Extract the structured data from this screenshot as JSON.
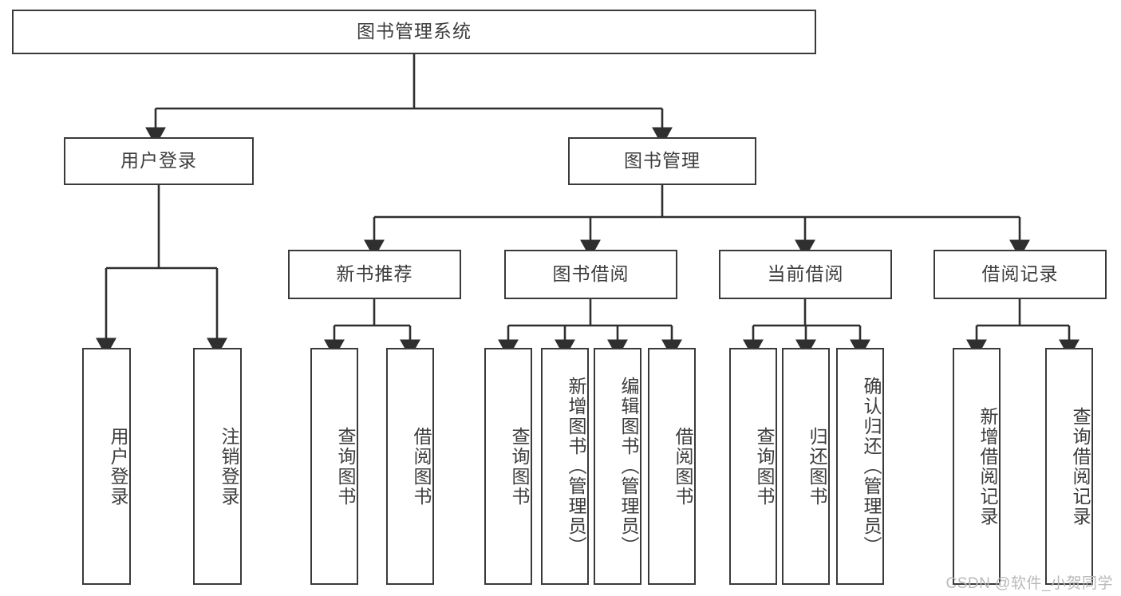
{
  "diagram": {
    "type": "tree-hierarchy",
    "title": "图书管理系统",
    "orientation": "top-down",
    "colors": {
      "box_border": "#3a3a3a",
      "box_fill": "#ffffff",
      "text": "#3d3d3d",
      "edge": "#2f2f2f",
      "watermark": "#b9b9b9",
      "background": "#ffffff"
    },
    "root": {
      "id": "root",
      "label": "图书管理系统"
    },
    "level2": [
      {
        "id": "n-user-login",
        "label": "用户登录"
      },
      {
        "id": "n-book-mgmt",
        "label": "图书管理"
      }
    ],
    "level3": [
      {
        "id": "n-new-book-rec",
        "label": "新书推荐",
        "parent": "n-book-mgmt"
      },
      {
        "id": "n-book-borrow",
        "label": "图书借阅",
        "parent": "n-book-mgmt"
      },
      {
        "id": "n-current-borrow",
        "label": "当前借阅",
        "parent": "n-book-mgmt"
      },
      {
        "id": "n-borrow-record",
        "label": "借阅记录",
        "parent": "n-book-mgmt"
      }
    ],
    "leaves": [
      {
        "id": "l-user-login",
        "label": "用户登录",
        "parent": "n-user-login"
      },
      {
        "id": "l-user-logout",
        "label": "注销登录",
        "parent": "n-user-login"
      },
      {
        "id": "l-query-book-1",
        "label": "查询图书",
        "parent": "n-new-book-rec"
      },
      {
        "id": "l-borrow-book-1",
        "label": "借阅图书",
        "parent": "n-new-book-rec"
      },
      {
        "id": "l-query-book-2",
        "label": "查询图书",
        "parent": "n-book-borrow"
      },
      {
        "id": "l-add-book",
        "label": "新增图书（管理员）",
        "parent": "n-book-borrow"
      },
      {
        "id": "l-edit-book",
        "label": "编辑图书（管理员）",
        "parent": "n-book-borrow"
      },
      {
        "id": "l-borrow-book-2",
        "label": "借阅图书",
        "parent": "n-book-borrow"
      },
      {
        "id": "l-query-book-3",
        "label": "查询图书",
        "parent": "n-current-borrow"
      },
      {
        "id": "l-return-book",
        "label": "归还图书",
        "parent": "n-current-borrow"
      },
      {
        "id": "l-confirm-return",
        "label": "确认归还（管理员）",
        "parent": "n-current-borrow"
      },
      {
        "id": "l-add-record",
        "label": "新增借阅记录",
        "parent": "n-borrow-record"
      },
      {
        "id": "l-query-record",
        "label": "查询借阅记录",
        "parent": "n-borrow-record"
      }
    ]
  },
  "watermark": {
    "text": "CSDN @软件_小贺同学"
  }
}
